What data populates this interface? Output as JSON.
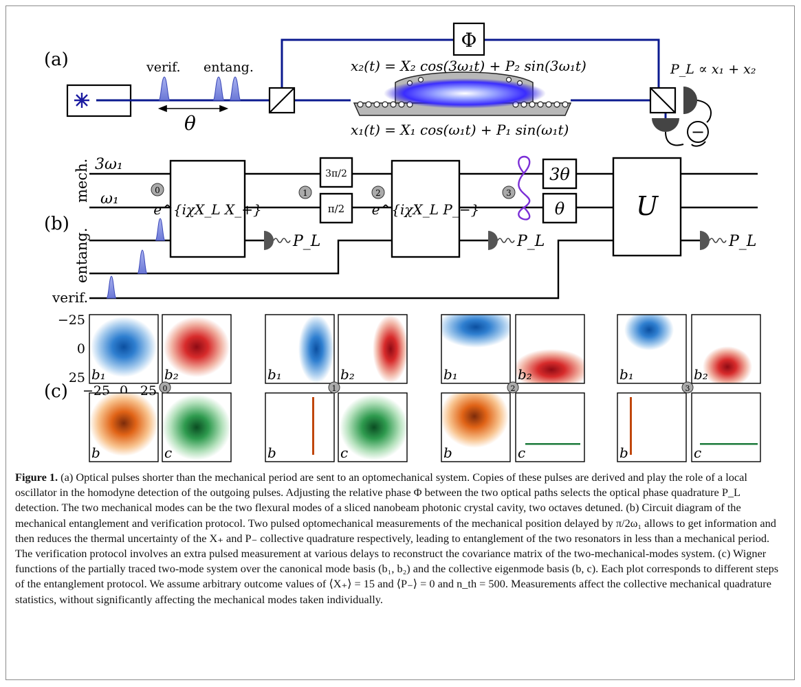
{
  "figure": {
    "panel_labels": {
      "a": "(a)",
      "b": "(b)",
      "c": "(c)"
    },
    "panel_a": {
      "pulse_labels": {
        "verif": "verif.",
        "entang": "entang."
      },
      "delay_label": "θ",
      "phase_label": "Φ",
      "x2_eq": "x₂(t) = X₂ cos(3ω₁t) + P₂ sin(3ω₁t)",
      "x1_eq": "x₁(t) = X₁ cos(ω₁t) + P₁ sin(ω₁t)",
      "homodyne_eq": "P_L ∝ x₁ + x₂",
      "minus_sign": "−"
    },
    "panel_b": {
      "wire_labels": {
        "three_omega": "3ω₁",
        "omega": "ω₁",
        "mech": "mech.",
        "entang": "entang.",
        "verif": "verif."
      },
      "gate1": "e^{iχX_L X_+}",
      "gate2": "e^{iχX_L P_−}",
      "phase_top1": "3π/2",
      "phase_bot1": "π/2",
      "theta3": "3θ",
      "theta": "θ",
      "unitary": "U",
      "detector_label": "P_L",
      "steps": [
        "0",
        "1",
        "2",
        "3"
      ]
    },
    "panel_c": {
      "y_ticks": [
        "−25",
        "0",
        "25"
      ],
      "x_ticks": [
        "−25",
        "0",
        "25"
      ],
      "mode_labels_top": [
        "b₁",
        "b₂"
      ],
      "mode_labels_bottom": [
        "b",
        "c"
      ],
      "steps": [
        "0",
        "1",
        "2",
        "3"
      ],
      "colors": {
        "b1": "#1f6fc0",
        "b2": "#cc1f1f",
        "b": "#c0460a",
        "c": "#1b7a3a"
      }
    }
  },
  "caption": {
    "heading": "Figure 1.",
    "text": " (a) Optical pulses shorter than the mechanical period are sent to an optomechanical system. Copies of these pulses are derived and play the role of a local oscillator in the homodyne detection of the outgoing pulses. Adjusting the relative phase Φ between the two optical paths selects the optical phase quadrature P_L detection. The two mechanical modes can be the two flexural modes of a sliced nanobeam photonic crystal cavity, two octaves detuned. (b) Circuit diagram of the mechanical entanglement and verification protocol. Two pulsed optomechanical measurements of the mechanical position delayed by π/2ω₁ allows to get information and then reduces the thermal uncertainty of the X₊ and P₋ collective quadrature respectively, leading to entanglement of the two resonators in less than a mechanical period. The verification protocol involves an extra pulsed measurement at various delays to reconstruct the covariance matrix of the two-mechanical-modes system. (c) Wigner functions of the partially traced two-mode system over the canonical mode basis (b₁, b₂) and the collective eigenmode basis (b, c). Each plot corresponds to different steps of the entanglement protocol. We assume arbitrary outcome values of ⟨X₊⟩ = 15 and ⟨P₋⟩ = 0 and n_th = 500. Measurements affect the collective mechanical quadrature statistics, without significantly affecting the mechanical modes taken individually."
  }
}
